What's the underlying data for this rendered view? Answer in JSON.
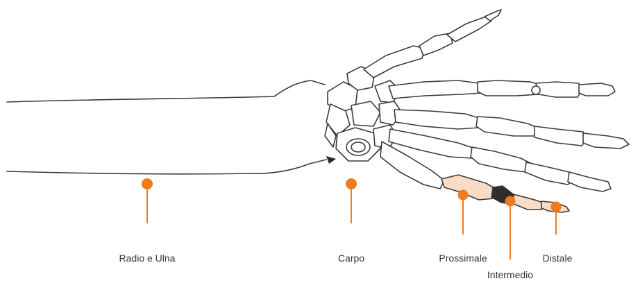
{
  "colors": {
    "accent": "#f07a1c",
    "highlight": "#f9dcc8",
    "stroke": "#3a3a3a",
    "text": "#333333"
  },
  "labels": {
    "radio_ulna": "Radio e Ulna",
    "carpo": "Carpo",
    "prossimale": "Prossimale",
    "intermedio": "Intermedio",
    "distale": "Distale"
  }
}
